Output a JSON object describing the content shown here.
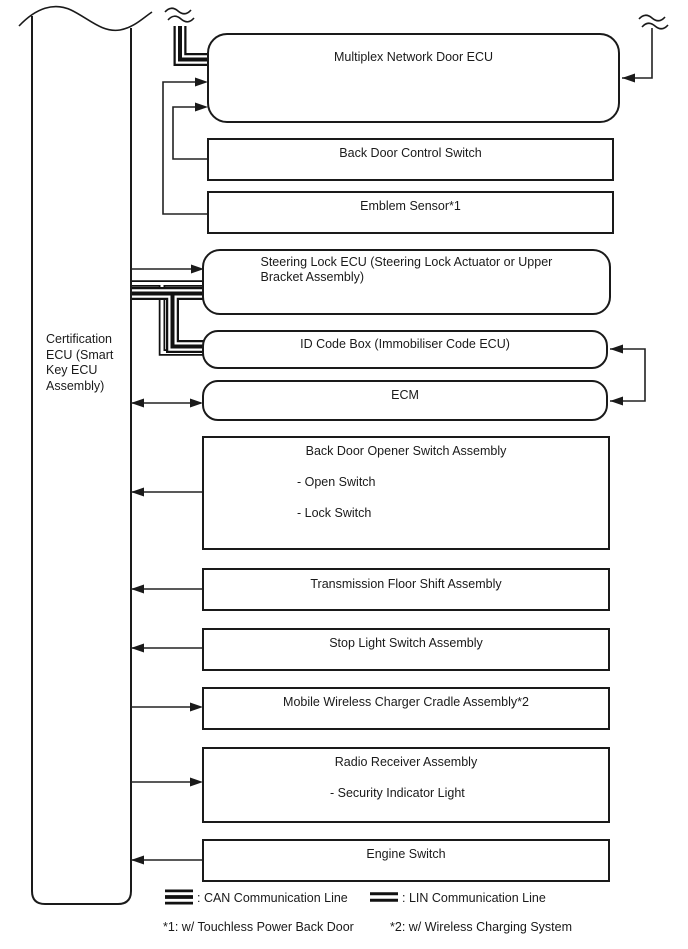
{
  "diagram": {
    "hub": {
      "label": "Certification ECU (Smart Key ECU Assembly)"
    },
    "nodes": [
      {
        "id": "multiplex-network-door-ecu",
        "title": "Multiplex Network Door ECU"
      },
      {
        "id": "back-door-control-switch",
        "title": "Back Door Control Switch"
      },
      {
        "id": "emblem-sensor",
        "title": "Emblem Sensor*1"
      },
      {
        "id": "steering-lock-ecu",
        "title": "Steering Lock ECU (Steering Lock Actuator or Upper Bracket Assembly)"
      },
      {
        "id": "id-code-box",
        "title": "ID Code Box (Immobiliser Code ECU)"
      },
      {
        "id": "ecm",
        "title": "ECM"
      },
      {
        "id": "back-door-opener-switch-assembly",
        "title": "Back Door Opener Switch Assembly",
        "items": [
          "- Open Switch",
          "- Lock Switch"
        ]
      },
      {
        "id": "transmission-floor-shift-assembly",
        "title": "Transmission Floor Shift Assembly"
      },
      {
        "id": "stop-light-switch-assembly",
        "title": "Stop Light Switch Assembly"
      },
      {
        "id": "mobile-wireless-charger-cradle-assembly",
        "title": "Mobile Wireless Charger Cradle Assembly*2"
      },
      {
        "id": "radio-receiver-assembly",
        "title": "Radio Receiver Assembly",
        "items": [
          "- Security Indicator Light"
        ]
      },
      {
        "id": "engine-switch",
        "title": "Engine Switch"
      }
    ],
    "legend": [
      {
        "symbol": "can-line",
        "label": ": CAN Communication Line"
      },
      {
        "symbol": "lin-line",
        "label": ": LIN Communication Line"
      }
    ],
    "footnotes": [
      "*1: w/ Touchless Power Back Door",
      "*2: w/ Wireless Charging System"
    ],
    "colors": {
      "line": "#1a1a1a",
      "background": "#ffffff"
    }
  }
}
